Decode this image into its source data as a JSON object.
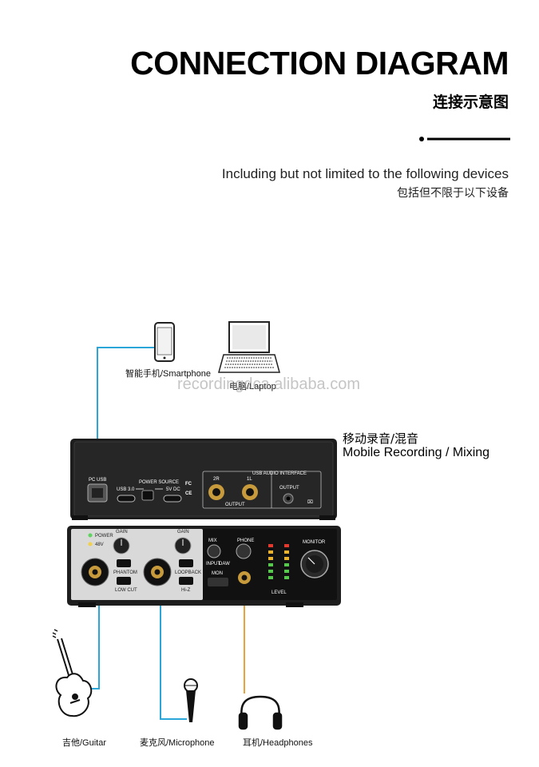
{
  "header": {
    "title": "CONNECTION DIAGRAM",
    "title_cn": "连接示意图",
    "subtitle_en": "Including but not limited to the following devices",
    "subtitle_cn": "包括但不限于以下设备"
  },
  "devices": {
    "smartphone": "智能手机/Smartphone",
    "laptop": "电脑/Laptop",
    "mobile_cn": "移动录音/混音",
    "mobile_en": "Mobile Recording / Mixing",
    "guitar": "吉他/Guitar",
    "microphone": "麦克风/Microphone",
    "headphones": "耳机/Headphones"
  },
  "watermark": "recordingdca.alibaba.com",
  "rear_panel": {
    "pc_usb": "PC USB",
    "usb30": "USB 3.0",
    "power_source": "POWER SOURCE",
    "dc": "5V DC",
    "interface": "USB AUDIO INTERFACE",
    "out_2r": "2R",
    "out_1l": "1L",
    "output": "OUTPUT",
    "output2": "OUTPUT"
  },
  "front_panel": {
    "power": "POWER",
    "v48": "48V",
    "gain1": "GAIN",
    "gain2": "GAIN",
    "phantom": "PHANTOM",
    "low_cut": "LOW CUT",
    "loopback": "LOOPBACK",
    "hiz": "Hi-Z",
    "mix": "MIX",
    "phone": "PHONE",
    "mon": "MON",
    "monitor": "MONITOR",
    "input": "INPUT",
    "daw": "DAW",
    "level": "LEVEL"
  },
  "colors": {
    "cable": "#2ba6d8",
    "cable_orange": "#e8a33a"
  }
}
